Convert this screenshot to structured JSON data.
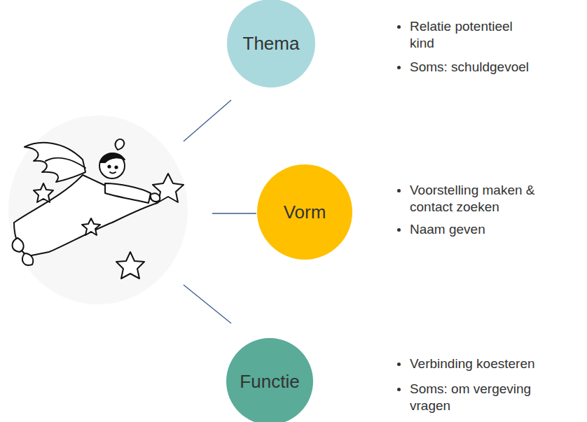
{
  "diagram": {
    "nodes": [
      {
        "text": [
          "Thema"
        ]
      },
      {
        "text": [
          "Vorm"
        ]
      },
      {
        "text": [
          "Functie"
        ]
      }
    ],
    "labels": [
      "Relatie potentieel kind",
      "Soms: schuldgevoel",
      "Voorstelling maken & contact zoeken",
      "Naam geven",
      "Verbinding koesteren",
      "Soms: om vergeving vragen"
    ]
  }
}
